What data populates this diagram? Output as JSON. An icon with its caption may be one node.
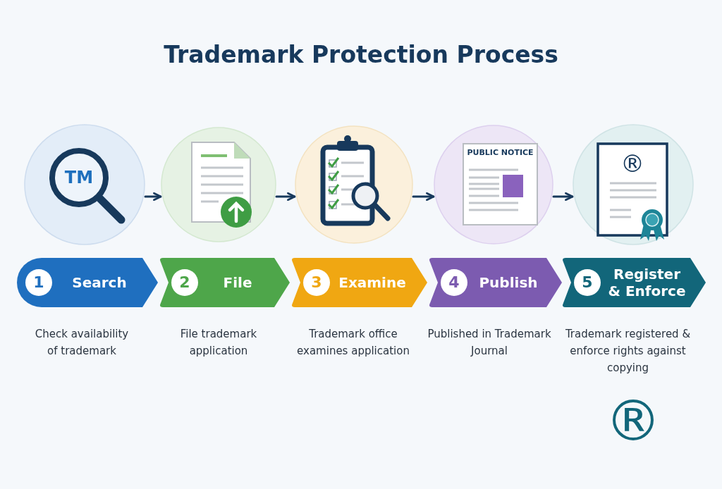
{
  "diagram": {
    "title": "Trademark Protection Process",
    "nodes": [
      {
        "text": [
          "TM"
        ]
      },
      {
        "text": [],
        "shape": "circle"
      },
      {
        "text": [],
        "shape": "circle"
      },
      {
        "text": [
          "PUBLIC NOTICE"
        ]
      },
      {
        "text": [
          "®"
        ]
      },
      {
        "text": [
          "1",
          "Search"
        ],
        "beside": [
          "Check availability of trademark"
        ]
      },
      {
        "text": [
          "2",
          "File"
        ],
        "beside": [
          "File trademark application"
        ]
      },
      {
        "text": [
          "3",
          "Examine"
        ],
        "beside": [
          "Trademark office examines application"
        ]
      },
      {
        "text": [
          "4",
          "Publish"
        ],
        "beside": [
          "Published in Trademark Journal"
        ]
      },
      {
        "text": [
          "5",
          "Register & Enforce"
        ],
        "beside": [
          "Trademark registered & enforce rights against copying"
        ]
      }
    ],
    "edges": [
      {
        "from": 0,
        "to": 1,
        "arrow": "to"
      },
      {
        "from": 1,
        "to": 2,
        "arrow": "to"
      },
      {
        "from": 2,
        "to": 3,
        "arrow": "to"
      },
      {
        "from": 3,
        "to": 4,
        "arrow": "to"
      }
    ],
    "labels": [
      "®"
    ]
  }
}
